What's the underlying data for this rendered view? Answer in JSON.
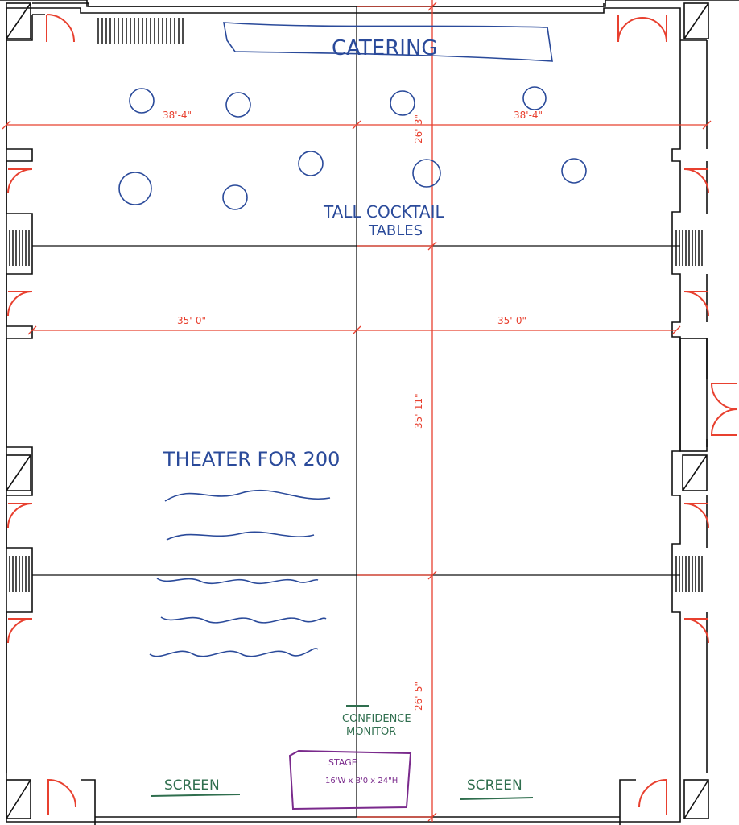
{
  "labels": {
    "catering": "CATERING",
    "cocktail_line1": "TALL COCKTAIL",
    "cocktail_line2": "TABLES",
    "theater": "THEATER FOR 200",
    "confidence_line1": "CONFIDENCE",
    "confidence_line2": "MONITOR",
    "stage": "STAGE",
    "stage_dims": "16'W x 8'0 x 24\"H",
    "screen_left": "SCREEN",
    "screen_right": "SCREEN"
  },
  "dimensions": {
    "top_left": "38'-4\"",
    "top_right": "38'-4\"",
    "mid_left": "35'-0\"",
    "mid_right": "35'-0\"",
    "vert_top": "26'-3\"",
    "vert_mid": "35'-11\"",
    "vert_bottom": "26'-5\""
  },
  "colors": {
    "dimension": "#e8402f",
    "annotation_blue": "#2a4a9a",
    "annotation_green": "#2f6e4e",
    "stage_purple": "#7a2a8c"
  }
}
